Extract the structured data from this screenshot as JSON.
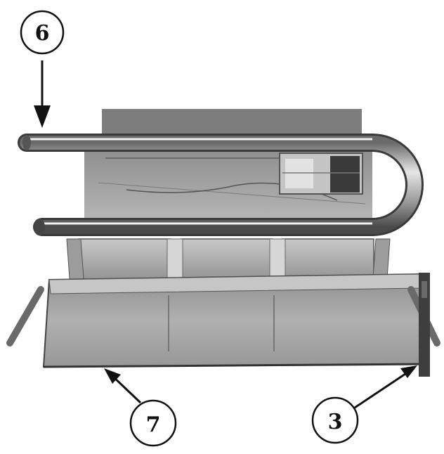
{
  "callouts": [
    {
      "id": "callout-6",
      "label": "6"
    },
    {
      "id": "callout-7",
      "label": "7"
    },
    {
      "id": "callout-3",
      "label": "3"
    }
  ],
  "colors": {
    "ink": "#111111",
    "metal_light": "#d4d4d4",
    "metal_mid": "#9a9a9a",
    "metal_dark": "#5a5a5a",
    "tray": "#a8a8a8"
  }
}
